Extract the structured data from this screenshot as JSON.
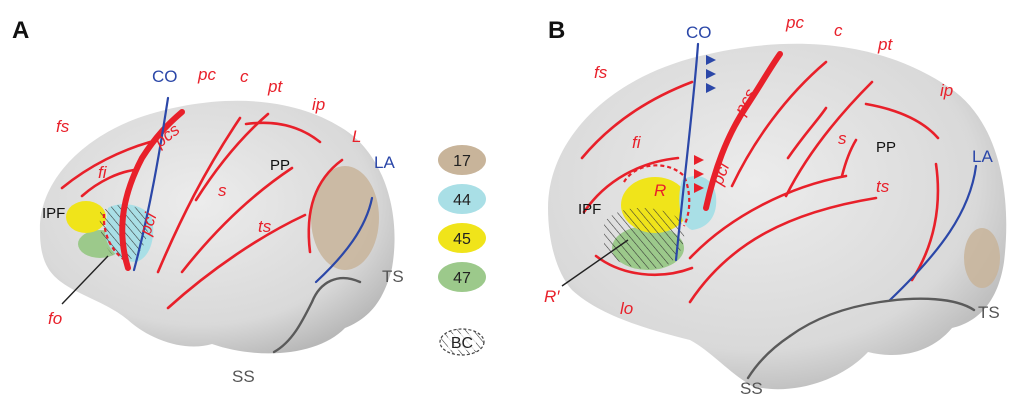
{
  "panels": {
    "a": "A",
    "b": "B"
  },
  "colors": {
    "sulcus": "#e8202a",
    "central_line": "#2b47a8",
    "sutures": "#5a5a5a",
    "area17": "#c8b49a",
    "area44": "#a9dfe6",
    "area45": "#f0e41a",
    "area47": "#9cc98b",
    "brain": "#dcdcdc"
  },
  "panelA": {
    "co": "CO",
    "pc": "pc",
    "c": "c",
    "pt": "pt",
    "ip": "ip",
    "fs": "fs",
    "pcs": "pcs",
    "l": "L",
    "fi": "fi",
    "la": "LA",
    "pp": "PP",
    "ipf": "IPF",
    "pci": "pci",
    "s": "s",
    "ts": "ts",
    "fo": "fo",
    "tsuture": "TS",
    "ss": "SS"
  },
  "legend": [
    {
      "label": "17",
      "color": "#c8b49a"
    },
    {
      "label": "44",
      "color": "#a9dfe6"
    },
    {
      "label": "45",
      "color": "#f0e41a"
    },
    {
      "label": "47",
      "color": "#9cc98b"
    }
  ],
  "legend_bc": "BC",
  "panelB": {
    "co": "CO",
    "pc": "pc",
    "c": "c",
    "pt": "pt",
    "fs": "fs",
    "pcs": "pcs",
    "ip": "ip",
    "fi": "fi",
    "pp": "PP",
    "la": "LA",
    "pci": "pci",
    "s": "s",
    "r": "R",
    "ts": "ts",
    "ipf": "IPF",
    "rprime": "R′",
    "lo": "lo",
    "tsuture": "TS",
    "ss": "SS"
  }
}
